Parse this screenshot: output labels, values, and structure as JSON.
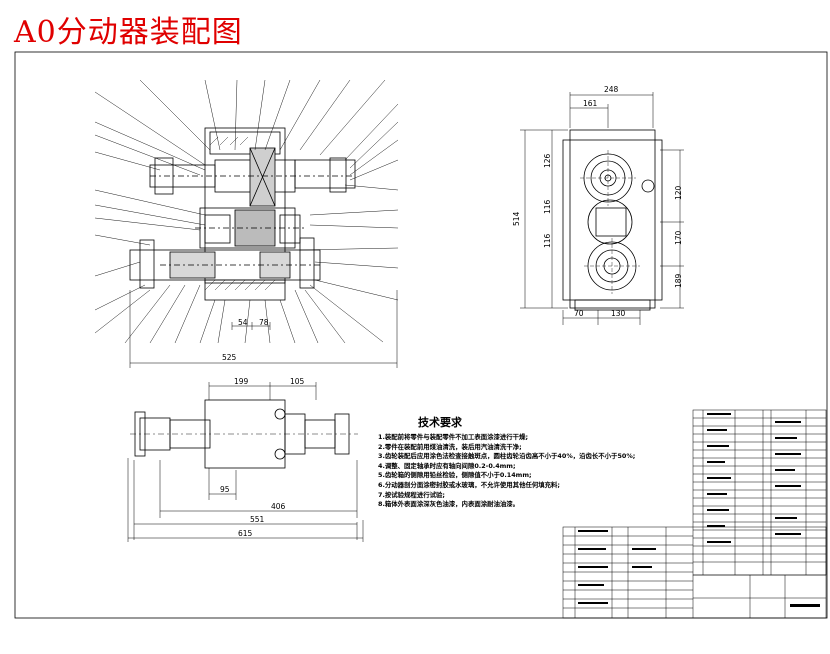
{
  "drawing": {
    "title": "A0分动器装配图",
    "title_color": "#e00000",
    "line_color": "#000000",
    "background": "#ffffff"
  },
  "tech_requirements": {
    "title": "技术要求",
    "items": [
      "1.装配前将零件与装配零件不加工表面涂漆进行干燥;",
      "2.零件在装配前用煤油清洗，装后用汽油清洗干净;",
      "3.齿轮装配后应用涂色法检查接触斑点，圆柱齿轮沿齿高不小于40%，沿齿长不小于50%;",
      "4.调整、固定轴承时应有轴向间隙0.2-0.4mm;",
      "5.齿轮箱的侧隙用铅丝检验，侧隙值不小于0.14mm;",
      "6.分动器剖分面涂密封胶或水玻璃，不允许使用其他任何填充料;",
      "7.按试验规程进行试验;",
      "8.箱体外表面涂深灰色油漆，内表面涂耐油油漆。"
    ]
  },
  "dimensions": {
    "side_view": {
      "width_top": "248",
      "width_inner": "161",
      "height_total": "514",
      "height_a": "126",
      "height_b": "116",
      "height_c": "116",
      "height_right_1": "120",
      "height_right_2": "170",
      "height_right_3": "189",
      "bottom_a": "70",
      "bottom_b": "130"
    },
    "main_view": {
      "width_total": "525",
      "dim_a": "54",
      "dim_b": "78"
    },
    "plan_view": {
      "dim_199": "199",
      "dim_105": "105",
      "dim_95": "95",
      "dim_406": "406",
      "dim_551": "551",
      "dim_615": "615"
    }
  }
}
